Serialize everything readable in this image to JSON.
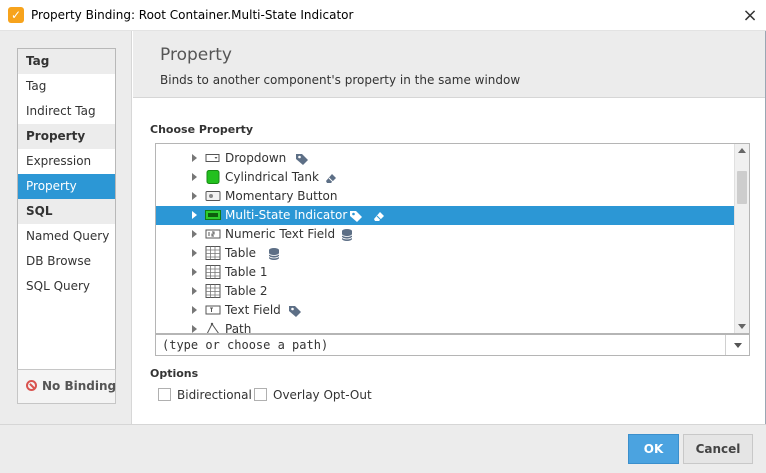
{
  "window": {
    "title": "Property Binding: Root Container.Multi-State Indicator",
    "close_icon": "×"
  },
  "sidebar": {
    "groups": [
      {
        "header": "Tag",
        "items": [
          {
            "label": "Tag"
          },
          {
            "label": "Indirect Tag"
          }
        ]
      },
      {
        "header": "Property",
        "items": [
          {
            "label": "Expression"
          },
          {
            "label": "Property",
            "selected": true
          }
        ]
      },
      {
        "header": "SQL",
        "items": [
          {
            "label": "Named Query"
          },
          {
            "label": "DB Browse"
          },
          {
            "label": "SQL Query"
          }
        ]
      }
    ],
    "no_binding_label": "No Binding"
  },
  "header": {
    "title": "Property",
    "description": "Binds to another component's property in the same window"
  },
  "choose_property": {
    "label": "Choose Property",
    "tree": [
      {
        "label": "Dropdown",
        "icon": "dropdown-icon",
        "badges": [
          "tag-badge-icon"
        ]
      },
      {
        "label": "Cylindrical Tank",
        "icon": "cylindrical-tank-icon",
        "badges": [
          "eraser-badge-icon"
        ]
      },
      {
        "label": "Momentary Button",
        "icon": "momentary-button-icon",
        "badges": []
      },
      {
        "label": "Multi-State Indicator",
        "icon": "multi-state-indicator-icon",
        "badges": [
          "tag-badge-icon",
          "eraser-badge-icon"
        ],
        "selected": true
      },
      {
        "label": "Numeric Text Field",
        "icon": "numeric-text-field-icon",
        "badges": [
          "database-badge-icon"
        ]
      },
      {
        "label": "Table",
        "icon": "table-icon",
        "badges": [
          "database-badge-icon"
        ]
      },
      {
        "label": "Table 1",
        "icon": "table-icon",
        "badges": []
      },
      {
        "label": "Table 2",
        "icon": "table-icon",
        "badges": []
      },
      {
        "label": "Text Field",
        "icon": "text-field-icon",
        "badges": [
          "tag-badge-icon"
        ]
      },
      {
        "label": "Path",
        "icon": "path-icon",
        "badges": []
      }
    ],
    "path_placeholder": "(type or choose a path)"
  },
  "options": {
    "label": "Options",
    "bidirectional": {
      "label": "Bidirectional",
      "checked": false
    },
    "overlay_opt_out": {
      "label": "Overlay Opt-Out",
      "checked": false
    }
  },
  "footer": {
    "ok_label": "OK",
    "cancel_label": "Cancel"
  },
  "colors": {
    "accent": "#2c97d5",
    "ok_button": "#4ba3e0",
    "panel_bg": "#ececec",
    "no_binding_icon": "#d9534f"
  }
}
